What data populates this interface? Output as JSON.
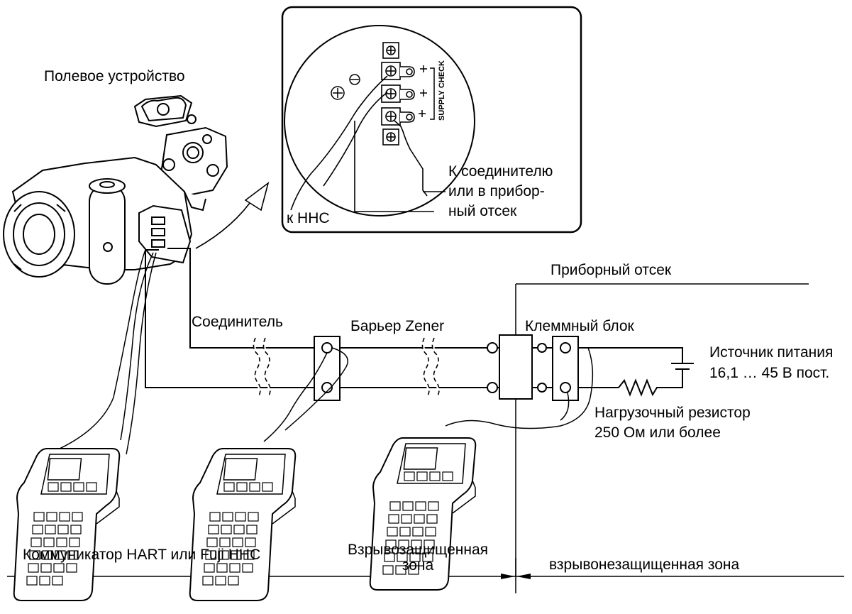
{
  "labels": {
    "field_device": "Полевое устройство",
    "inset_to_connector_1": "К соединителю",
    "inset_to_connector_2": "или в прибор-",
    "inset_to_connector_3": "ный отсек",
    "inset_to_hhc": "к ННС",
    "instrument_room": "Приборный отсек",
    "connector": "Соединитель",
    "zener_barrier": "Барьер Zener",
    "terminal_block": "Клеммный блок",
    "power_supply_1": "Источник питания",
    "power_supply_2": "16,1 … 45 В пост.",
    "load_resistor_1": "Нагрузочный резистор",
    "load_resistor_2": "250 Ом или более",
    "communicator": "Коммуникатор HART или Fuji HHC",
    "hazardous_zone_1": "Взрывозащищенная",
    "hazardous_zone_2": "зона",
    "nonhazardous_zone": "взрывонезащищенная зона",
    "supply_check": "SUPPLY CHECK"
  },
  "colors": {
    "line": "#000000",
    "background": "#ffffff"
  }
}
